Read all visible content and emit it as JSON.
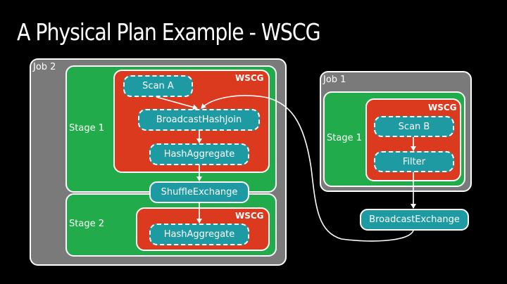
{
  "title": "A Physical Plan Example - WSCG",
  "colors": {
    "background": "#000000",
    "job": "#7a7a7a",
    "stage": "#22ab4b",
    "wscg": "#dc3a1e",
    "operator": "#1e9aa3",
    "line": "#ffffff"
  },
  "job2": {
    "label": "Job 2",
    "stage1": {
      "label": "Stage 1",
      "wscg_label": "WSCG",
      "operators": [
        "Scan A",
        "BroadcastHashJoin",
        "HashAggregate"
      ]
    },
    "exchange": "ShuffleExchange",
    "stage2": {
      "label": "Stage 2",
      "wscg_label": "WSCG",
      "operators": [
        "HashAggregate"
      ]
    }
  },
  "job1": {
    "label": "Job 1",
    "stage1": {
      "label": "Stage 1",
      "wscg_label": "WSCG",
      "operators": [
        "Scan B",
        "Filter"
      ]
    },
    "exchange": "BroadcastExchange"
  },
  "edges": [
    {
      "from": "Scan A",
      "to": "BroadcastHashJoin"
    },
    {
      "from": "BroadcastHashJoin",
      "to": "HashAggregate"
    },
    {
      "from": "HashAggregate",
      "to": "ShuffleExchange"
    },
    {
      "from": "ShuffleExchange",
      "to": "HashAggregate (Stage 2)"
    },
    {
      "from": "Scan B",
      "to": "Filter"
    },
    {
      "from": "Filter",
      "to": "BroadcastExchange"
    },
    {
      "from": "BroadcastExchange",
      "to": "BroadcastHashJoin"
    }
  ]
}
